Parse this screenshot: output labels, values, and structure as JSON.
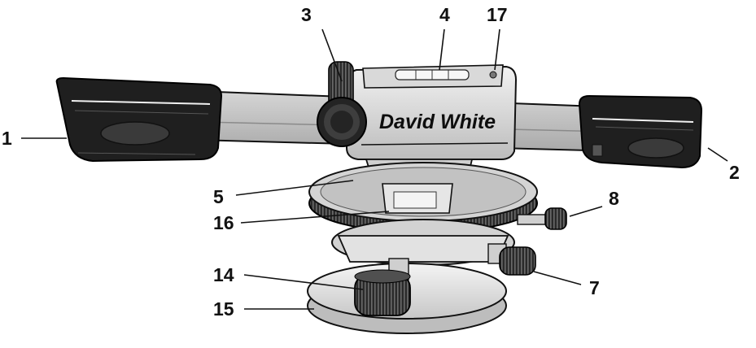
{
  "figure": {
    "brand_text": "David White",
    "callouts": [
      {
        "id": "1",
        "label": "1"
      },
      {
        "id": "2",
        "label": "2"
      },
      {
        "id": "3",
        "label": "3"
      },
      {
        "id": "4",
        "label": "4"
      },
      {
        "id": "5",
        "label": "5"
      },
      {
        "id": "7",
        "label": "7"
      },
      {
        "id": "8",
        "label": "8"
      },
      {
        "id": "14",
        "label": "14"
      },
      {
        "id": "15",
        "label": "15"
      },
      {
        "id": "16",
        "label": "16"
      },
      {
        "id": "17",
        "label": "17"
      }
    ]
  },
  "colors": {
    "ink": "#111111",
    "body_light": "#e6e6e6",
    "body_mid": "#bdbdbd",
    "rubber_dark": "#2b2b2b"
  }
}
